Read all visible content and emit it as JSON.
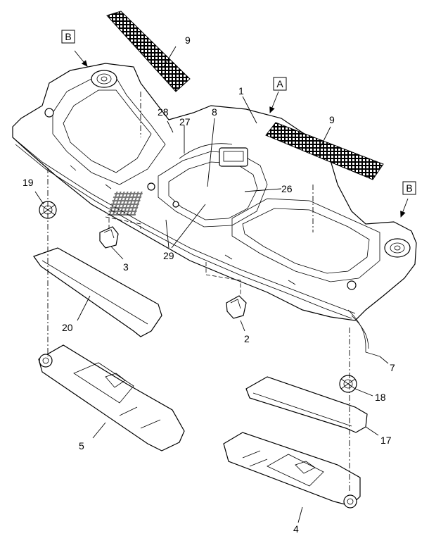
{
  "callouts": {
    "c1": "1",
    "c2": "2",
    "c3": "3",
    "c4": "4",
    "c5": "5",
    "c7": "7",
    "c8": "8",
    "c9a": "9",
    "c9b": "9",
    "c17": "17",
    "c18": "18",
    "c19": "19",
    "c20": "20",
    "c26": "26",
    "c27": "27",
    "c28": "28",
    "c29": "29"
  },
  "view_refs": {
    "a": "A",
    "b_left": "B",
    "b_right": "B"
  },
  "colors": {
    "line": "#000000",
    "background": "#ffffff",
    "mesh": "#000000"
  }
}
